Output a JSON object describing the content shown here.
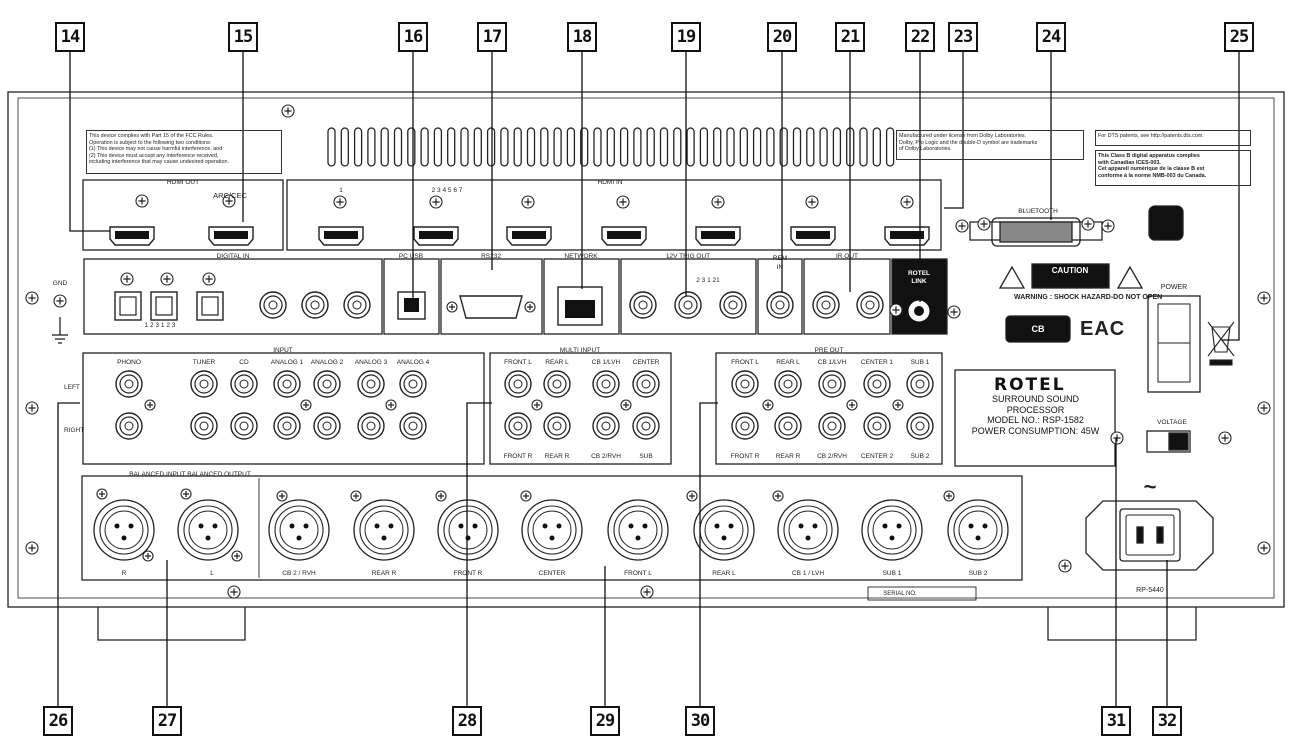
{
  "callouts": {
    "c14": "14",
    "c15": "15",
    "c16": "16",
    "c17": "17",
    "c18": "18",
    "c19": "19",
    "c20": "20",
    "c21": "21",
    "c22": "22",
    "c23": "23",
    "c24": "24",
    "c25": "25",
    "c26": "26",
    "c27": "27",
    "c28": "28",
    "c29": "29",
    "c30": "30",
    "c31": "31",
    "c32": "32"
  },
  "panel": {
    "hdmi_out": "HDMI OUT",
    "arc_cec": "ARC/CEC",
    "hdmi_in": "HDMI IN",
    "hdmi_in_1": "1",
    "hdmi_in_nums": "2 3 4 5 6 7",
    "bluetooth": "BLUETOOTH",
    "digital_in": "DIGITAL IN",
    "optical_nums": "1 2 3 1 2 3",
    "pc_usb": "PC USB",
    "rs232": "RS232",
    "network": "NETWORK",
    "trig_out": "12V TRIG OUT",
    "trig_nums": "2 3 1 21",
    "rem_in": "REM IN",
    "ir_out": "IR OUT",
    "rotel_link": "ROTEL LINK",
    "gnd": "GND",
    "power": "POWER",
    "voltage": "VOLTAGE",
    "input": "INPUT",
    "left": "LEFT",
    "right": "RIGHT",
    "input_labels": [
      "PHONO",
      "TUNER",
      "CD",
      "ANALOG 1",
      "ANALOG 2",
      "ANALOG 3",
      "ANALOG 4"
    ],
    "multi_input": "MULTI INPUT",
    "multi_top": [
      "FRONT L",
      "REAR L",
      "CB 1/LVH",
      "CENTER"
    ],
    "multi_bottom": [
      "FRONT R",
      "REAR R",
      "CB 2/RVH",
      "SUB"
    ],
    "pre_out": "PRE OUT",
    "pre_top": [
      "FRONT L",
      "REAR L",
      "CB 1/LVH",
      "CENTER 1",
      "SUB 1"
    ],
    "pre_bottom": [
      "FRONT R",
      "REAR R",
      "CB 2/RVH",
      "CENTER 2",
      "SUB 2"
    ],
    "balanced": "BALANCED INPUT BALANCED OUTPUT",
    "xlr_in_labels": [
      "R",
      "L"
    ],
    "xlr_out_labels": [
      "CB 2 / RVH",
      "REAR R",
      "FRONT R",
      "CENTER",
      "FRONT L",
      "REAR L",
      "CB 1 / LVH",
      "SUB 1",
      "SUB 2"
    ],
    "serial": "SERIAL NO.",
    "model_code": "RP-5440",
    "tilde": "~"
  },
  "notes": {
    "fcc": "This device complies with Part 15 of the FCC Rules.\nOperation is subject to the following two conditions:\n(1) This device may not cause harmful interference, and\n(2) This device must accept any interference received,\nincluding interference that may cause undesired operation.",
    "dolby": "Manufactured under license from Dolby Laboratories.\nDolby, Pro Logic and the double-D symbol are trademarks\nof Dolby Laboratories.",
    "dts": "For DTS patents, see http://patents.dts.com.",
    "canada": "This Class B digital apparatus complies\nwith Canadian ICES-003.\nCet appareil numérique de la classe B est\nconforme à la norme NMB-003 du Canada.",
    "warning": "WARNING : SHOCK HAZARD-DO NOT OPEN",
    "caution": "CAUTION",
    "eac": "EAC",
    "cb": "CB"
  },
  "nameplate": {
    "brand": "ROTEL",
    "line1": "SURROUND SOUND",
    "line2": "PROCESSOR",
    "line3": "MODEL NO.: RSP-1582",
    "line4": "POWER CONSUMPTION: 45W"
  }
}
